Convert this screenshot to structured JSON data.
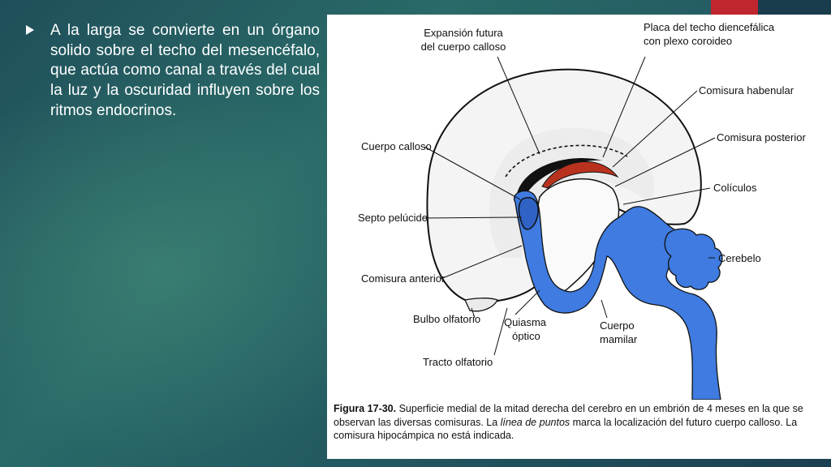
{
  "slide": {
    "paragraph": "A la larga se convierte en un órgano solido sobre el techo del mesencéfalo, que actúa como canal a través del cual la luz y la oscuridad influyen sobre los ritmos endocrinos.",
    "accent_color": "#c0262d",
    "bullet_icon": "triangle-bullet-icon"
  },
  "figure": {
    "labels": {
      "expansion_line1": "Expansión futura",
      "expansion_line2": "del cuerpo calloso",
      "placa_line1": "Placa del techo diencefálica",
      "placa_line2": "con plexo coroideo",
      "comisura_habenular": "Comisura habenular",
      "comisura_posterior": "Comisura posterior",
      "cuerpo_calloso": "Cuerpo calloso",
      "coliculos": "Colículos",
      "septo_pelucido": "Septo pelúcido",
      "cerebelo": "Cerebelo",
      "comisura_anterior": "Comisura anterior",
      "bulbo_olfatorio": "Bulbo olfatorio",
      "quiasma_line1": "Quiasma",
      "quiasma_line2": "óptico",
      "cuerpo_line1": "Cuerpo",
      "cuerpo_line2": "mamilar",
      "tracto_olfatorio": "Tracto olfatorio"
    },
    "caption": {
      "label": "Figura 17-30.",
      "text_1": " Superficie medial de la mitad derecha del cerebro en un embrión de 4 meses en la que se observan las diversas comisuras. La ",
      "italic": "línea de puntos",
      "text_2": " marca la localización del futuro cuerpo calloso. La comisura hipocámpica no está indicada."
    },
    "colors": {
      "ventricle_blue": "#3f7be0",
      "choroid_red": "#b8321e"
    }
  }
}
